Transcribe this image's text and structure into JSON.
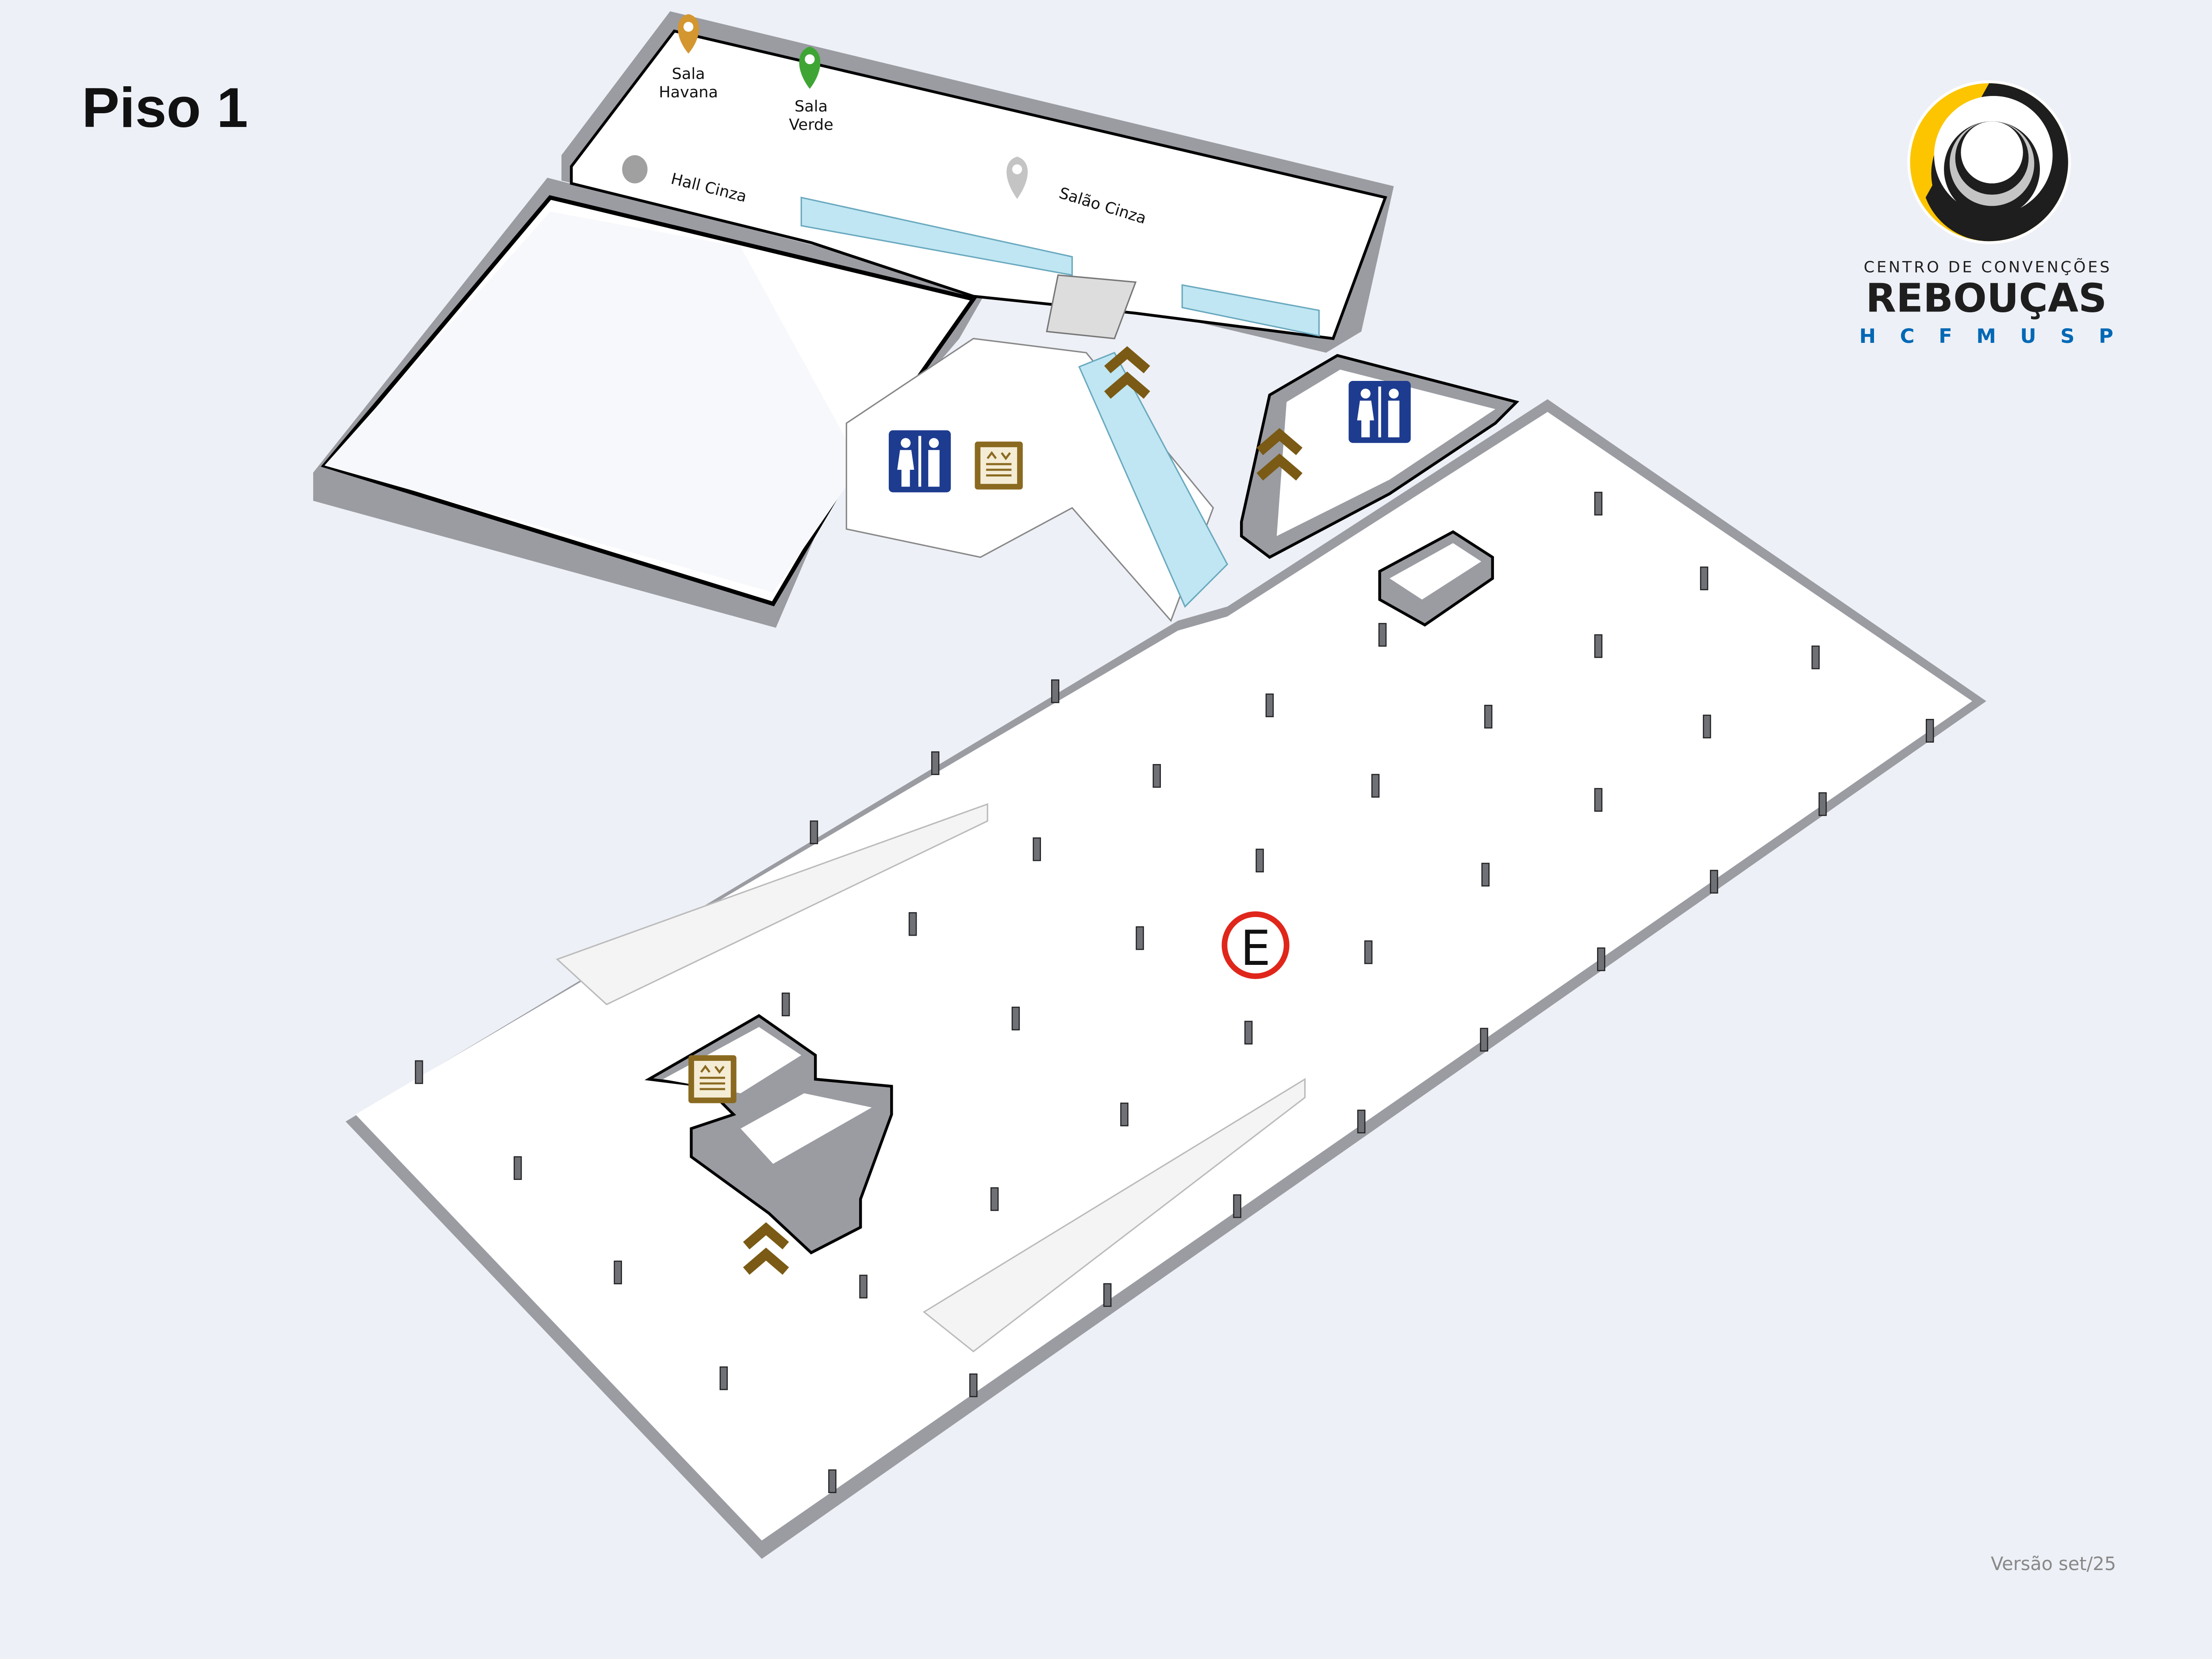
{
  "floor_title": "Piso 1",
  "logo": {
    "line1": "CENTRO DE CONVENÇÕES",
    "line2": "REBOUÇAS",
    "line3": "H C F M U S P",
    "colors": {
      "yellow": "#fcc500",
      "black": "#1e1e1e",
      "blue": "#0068b5"
    }
  },
  "rooms": [
    {
      "name_line1": "Sala",
      "name_line2": "Havana",
      "pin_color": "#d4962f"
    },
    {
      "name_line1": "Sala",
      "name_line2": "Verde",
      "pin_color": "#3ea535"
    },
    {
      "name": "Hall Cinza",
      "marker_color": "#a0a0a0"
    },
    {
      "name": "Salão Cinza",
      "pin_color": "#c4c4c4"
    }
  ],
  "icons": {
    "restroom": "restroom-icon",
    "elevator": "elevator-icon",
    "stairs_up": "stairs-up-icon",
    "parking": "parking-icon"
  },
  "parking_letter": "E",
  "colors": {
    "restroom_bg": "#1d3b8f",
    "elevator_bg": "#8a6a20",
    "stairs": "#7a5a14",
    "parking_ring": "#e0261b"
  },
  "version": "Versão set/25"
}
